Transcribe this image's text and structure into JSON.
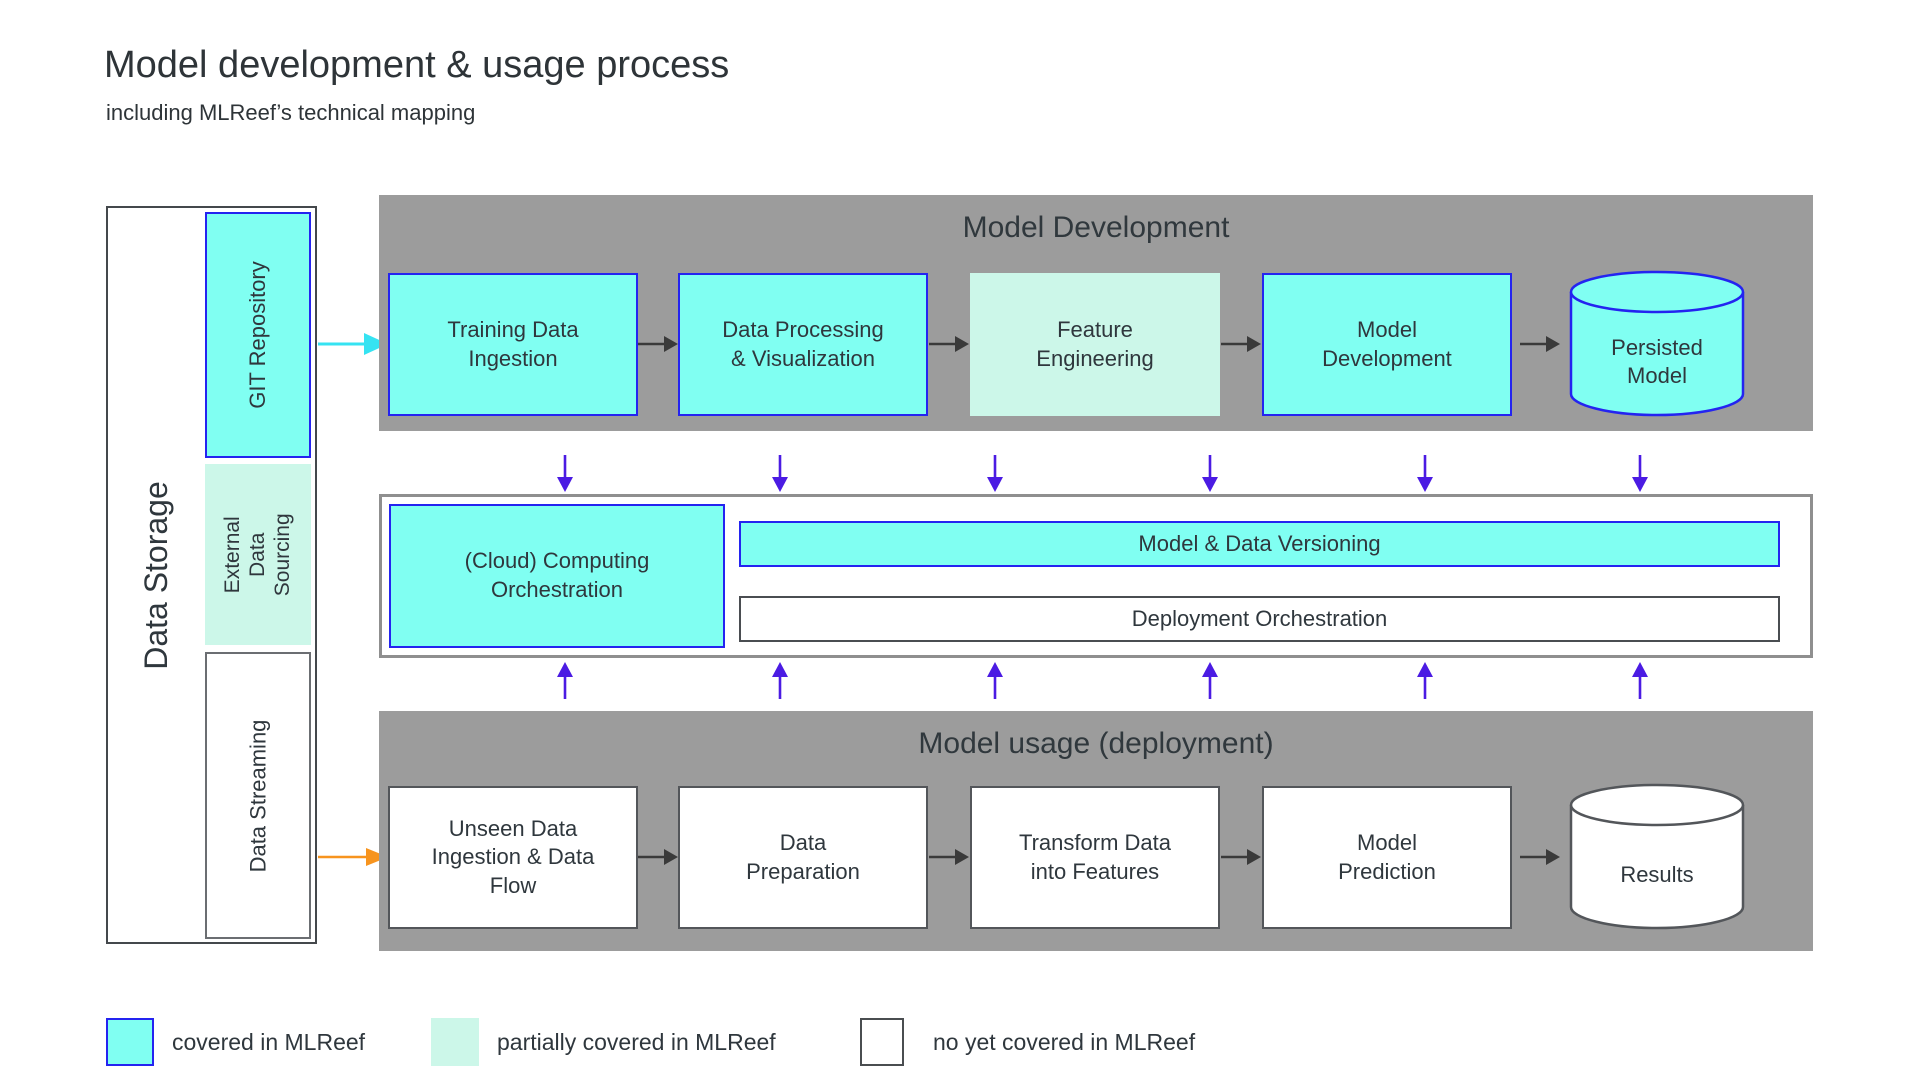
{
  "page": {
    "title": "Model development & usage process",
    "subtitle": "including MLReef’s technical mapping"
  },
  "data_storage": {
    "label": "Data Storage",
    "items": [
      {
        "label": "GIT Repository",
        "coverage": "covered"
      },
      {
        "label": "External Data\nSourcing",
        "coverage": "partial"
      },
      {
        "label": "Data Streaming",
        "coverage": "none"
      }
    ]
  },
  "model_development": {
    "title": "Model Development",
    "steps": [
      {
        "label": "Training Data\nIngestion",
        "coverage": "covered",
        "shape": "box"
      },
      {
        "label": "Data Processing\n& Visualization",
        "coverage": "covered",
        "shape": "box"
      },
      {
        "label": "Feature\nEngineering",
        "coverage": "partial",
        "shape": "box"
      },
      {
        "label": "Model\nDevelopment",
        "coverage": "covered",
        "shape": "box"
      },
      {
        "label": "Persisted\nModel",
        "coverage": "covered",
        "shape": "cylinder"
      }
    ]
  },
  "infrastructure": {
    "cloud_computing": "(Cloud) Computing\nOrchestration",
    "model_data_versioning": "Model & Data Versioning",
    "deployment_orchestration": "Deployment Orchestration"
  },
  "model_usage": {
    "title": "Model usage (deployment)",
    "steps": [
      {
        "label": "Unseen Data\nIngestion & Data\nFlow",
        "coverage": "none",
        "shape": "box"
      },
      {
        "label": "Data\nPreparation",
        "coverage": "none",
        "shape": "box"
      },
      {
        "label": "Transform Data\ninto Features",
        "coverage": "none",
        "shape": "box"
      },
      {
        "label": "Model\nPrediction",
        "coverage": "none",
        "shape": "box"
      },
      {
        "label": "Results",
        "coverage": "none",
        "shape": "cylinder"
      }
    ]
  },
  "legend": {
    "items": [
      {
        "label": "covered in MLReef",
        "coverage": "covered"
      },
      {
        "label": "partially covered in MLReef",
        "coverage": "partial"
      },
      {
        "label": "no yet covered in MLReef",
        "coverage": "none"
      }
    ]
  },
  "colors": {
    "covered_fill": "#80FFF2",
    "partial_fill": "#CCF7E9",
    "uncovered_fill": "#FFFFFF",
    "covered_border": "#2424F0",
    "uncovered_border": "#53565A",
    "container_background": "#9C9C9C",
    "flow_arrow": "#3A3A3A",
    "mapping_arrow": "#4B1BE3",
    "git_arrow": "#35E3F2",
    "streaming_arrow": "#F7941E"
  }
}
